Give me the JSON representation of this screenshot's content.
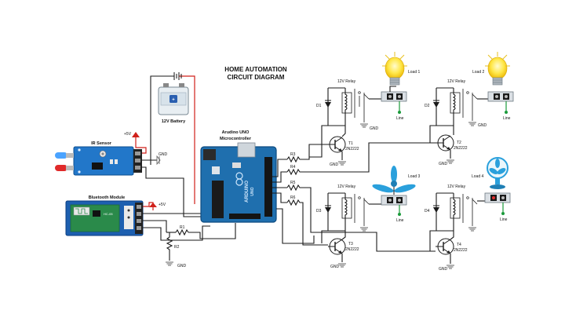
{
  "title": {
    "line1": "HOME AUTOMATION",
    "line2": "CIRCUIT DIAGRAM"
  },
  "battery": {
    "label": "12V Battery"
  },
  "ir_sensor": {
    "label": "IR Sensor"
  },
  "bluetooth": {
    "label": "Bluetooth Module",
    "chip": "HC-05"
  },
  "arduino": {
    "line1": "Arudino UNO",
    "line2": "Microcontroller",
    "brand": "ARDUINO",
    "model": "UNO"
  },
  "supply": {
    "plus5_a": "+5V",
    "plus5_b": "+5V"
  },
  "gnd": "GND",
  "resistors": {
    "r1": "R1",
    "r2": "R2",
    "r3": "R3",
    "r4": "R4",
    "r5": "R5",
    "r6": "R6"
  },
  "relays": {
    "r1": "12V Relay",
    "r2": "12V Relay",
    "r3": "12V Relay",
    "r4": "12V Relay"
  },
  "diodes": {
    "d1": "D1",
    "d2": "D2",
    "d3": "D3",
    "d4": "D4"
  },
  "transistors": {
    "t1": {
      "name": "T1",
      "part": "2N2222"
    },
    "t2": {
      "name": "T2",
      "part": "2N2222"
    },
    "t3": {
      "name": "T3",
      "part": "2N2222"
    },
    "t4": {
      "name": "T4",
      "part": "2N2222"
    }
  },
  "loads": {
    "l1": "Load 1",
    "l2": "Load 2",
    "l3": "Load 3",
    "l4": "Load 4"
  },
  "line": "Line",
  "colors": {
    "wire": "#1a1a1a",
    "red_wire": "#d0201a",
    "board_blue": "#1f6fae",
    "sensor_blue": "#2277c9",
    "bt_blue": "#1d5fb0"
  }
}
